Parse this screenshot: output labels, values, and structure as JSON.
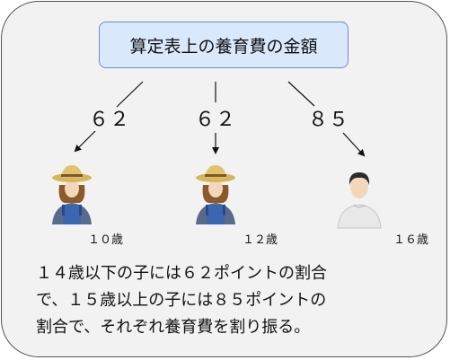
{
  "title": "算定表上の養育費の金額",
  "children": [
    {
      "ratio": "６２",
      "age": "１０歳",
      "icon": "farmer-woman-icon"
    },
    {
      "ratio": "６２",
      "age": "１２歳",
      "icon": "farmer-woman-icon"
    },
    {
      "ratio": "８５",
      "age": "１６歳",
      "icon": "man-icon"
    }
  ],
  "description": [
    "１４歳以下の子には６２ポイントの割合",
    "で、１５歳以上の子には８５ポイントの",
    "割合で、それぞれ養育費を割り振る。"
  ],
  "colors": {
    "card_bg": "#f2f2f2",
    "title_bg": "#dae8fc",
    "title_border": "#6c8ebf"
  }
}
